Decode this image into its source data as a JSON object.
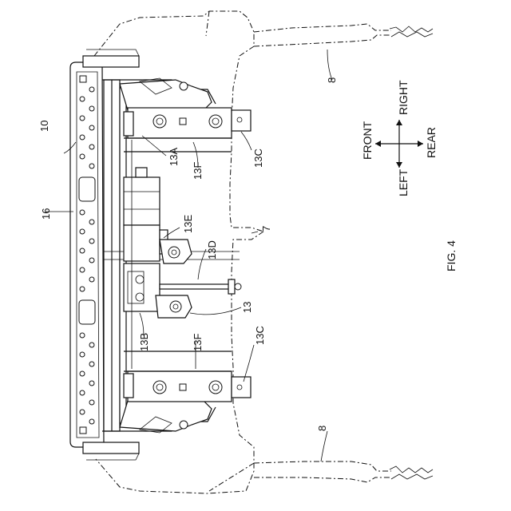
{
  "figure_label": "FIG. 4",
  "compass": {
    "front": "FRONT",
    "rear": "REAR",
    "left": "LEFT",
    "right": "RIGHT"
  },
  "labels": {
    "assembly": "10",
    "panel": "16",
    "part_13": "13",
    "part_13A": "13A",
    "part_13B": "13B",
    "part_13C_top": "13C",
    "part_13C_bottom": "13C",
    "part_13D": "13D",
    "part_13E": "13E",
    "part_13F_top": "13F",
    "part_13F_bottom": "13F",
    "part_7": "7",
    "part_8_top": "8",
    "part_8_bottom": "8"
  }
}
